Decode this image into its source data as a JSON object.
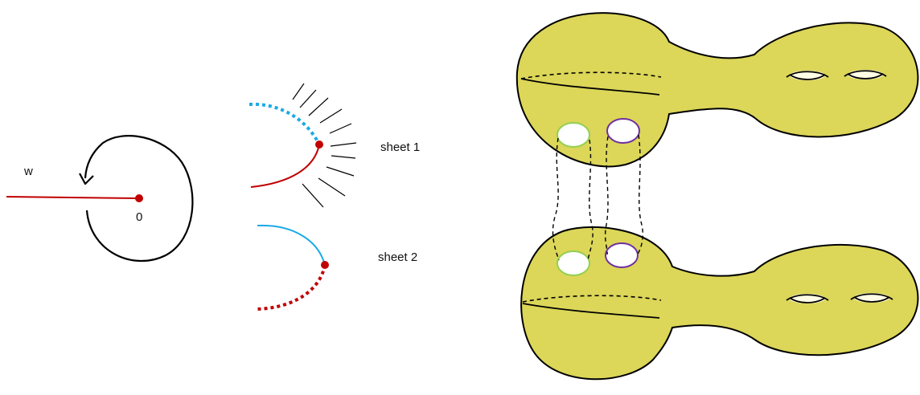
{
  "labels": {
    "w": "w",
    "origin": "0",
    "sheet1": "sheet 1",
    "sheet2": "sheet 2"
  },
  "colors": {
    "red": "#c00000",
    "blue": "#1aaae6",
    "surface": "#dcd659",
    "outline": "#000000",
    "hole_left_rim": "#92d050",
    "hole_right_rim": "#7030a0"
  }
}
